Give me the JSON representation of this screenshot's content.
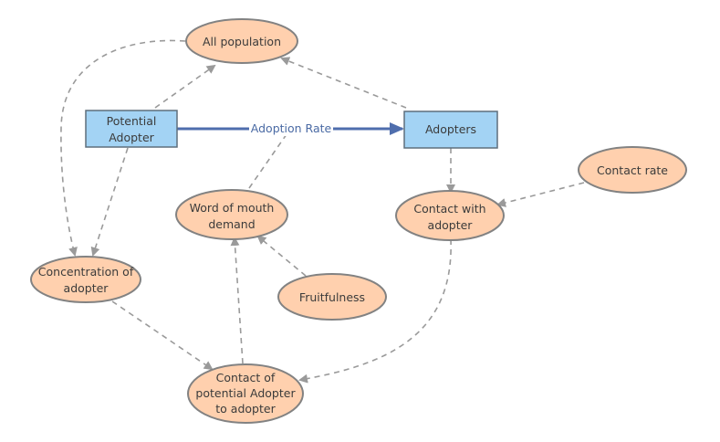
{
  "diagram": {
    "nodes": {
      "all_population": "All population",
      "potential_adopter_line1": "Potential",
      "potential_adopter_line2": "Adopter",
      "adopters": "Adopters",
      "contact_rate": "Contact rate",
      "word_of_mouth_line1": "Word of mouth",
      "word_of_mouth_line2": "demand",
      "contact_with_adopter_line1": "Contact with",
      "contact_with_adopter_line2": "adopter",
      "concentration_line1": "Concentration of",
      "concentration_line2": "adopter",
      "fruitfulness": "Fruitfulness",
      "contact_potential_line1": "Contact of",
      "contact_potential_line2": "potential Adopter",
      "contact_potential_line3": "to adopter"
    },
    "flow_label": "Adoption Rate",
    "colors": {
      "ellipse_fill": "#ffd0ae",
      "stock_fill": "#a3d3f4",
      "flow_arrow": "#4f6ead",
      "dashed_link": "#9a9a9a"
    }
  }
}
